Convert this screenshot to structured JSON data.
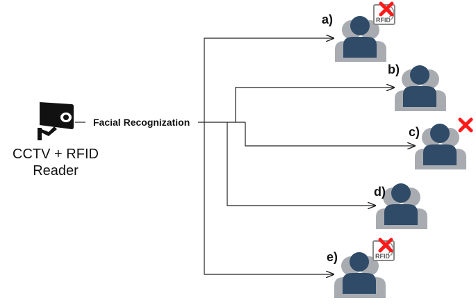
{
  "source": {
    "name_line1": "CCTV + RFID",
    "name_line2": "Reader",
    "link_label": "Facial Recognization",
    "icon": "cctv-camera-icon"
  },
  "cases": [
    {
      "label": "a)",
      "rfid_tag": "RFID",
      "rfid_rejected": true,
      "face_rejected": false
    },
    {
      "label": "b)",
      "rfid_tag": "",
      "rfid_rejected": false,
      "face_rejected": false
    },
    {
      "label": "c)",
      "rfid_tag": "",
      "rfid_rejected": false,
      "face_rejected": true
    },
    {
      "label": "d)",
      "rfid_tag": "",
      "rfid_rejected": false,
      "face_rejected": false
    },
    {
      "label": "e)",
      "rfid_tag": "RFID",
      "rfid_rejected": true,
      "face_rejected": false
    }
  ],
  "colors": {
    "person_front": "#2f4b67",
    "person_back": "#a8acb1",
    "reject_mark": "#ff1a1a",
    "line": "#222222",
    "rfid_badge": "#888888"
  }
}
